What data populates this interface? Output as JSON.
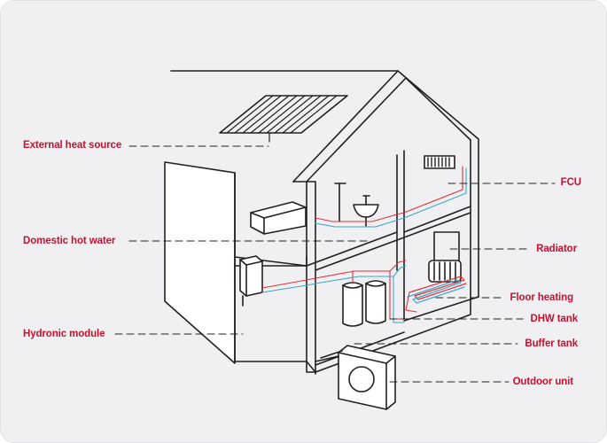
{
  "labels": {
    "external_heat_source": "External heat source",
    "domestic_hot_water": "Domestic hot water",
    "hydronic_module": "Hydronic module",
    "fcu": "FCU",
    "radiator": "Radiator",
    "floor_heating": "Floor heating",
    "dhw_tank": "DHW tank",
    "buffer_tank": "Buffer tank",
    "outdoor_unit": "Outdoor unit"
  },
  "colors": {
    "label_red": "#c8102e",
    "line_dark": "#231f20",
    "hot_pipe": "#e0303a",
    "cold_pipe": "#3aa6c9",
    "panel_bg": "#f0f0f2"
  }
}
